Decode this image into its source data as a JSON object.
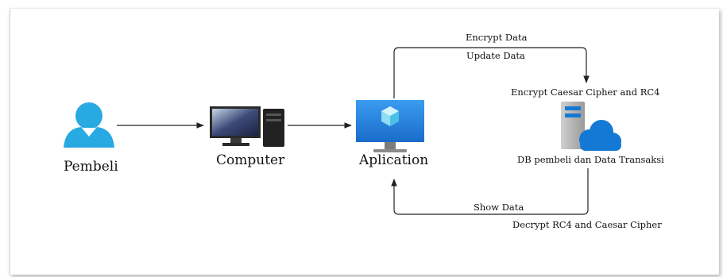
{
  "nodes": {
    "pembeli": "Pembeli",
    "computer": "Computer",
    "application": "Aplication",
    "database": "DB pembeli dan Data Transaksi"
  },
  "labels": {
    "encrypt_data": "Encrypt Data",
    "update_data": "Update Data",
    "encrypt_method": "Encrypt Caesar Cipher and RC4",
    "show_data": "Show Data",
    "decrypt_method": "Decrypt RC4 and Caesar Cipher"
  },
  "colors": {
    "user_icon": "#27a9e1",
    "app_icon": "#1e7fd6",
    "cloud": "#1479d4",
    "arrow": "#222222"
  }
}
